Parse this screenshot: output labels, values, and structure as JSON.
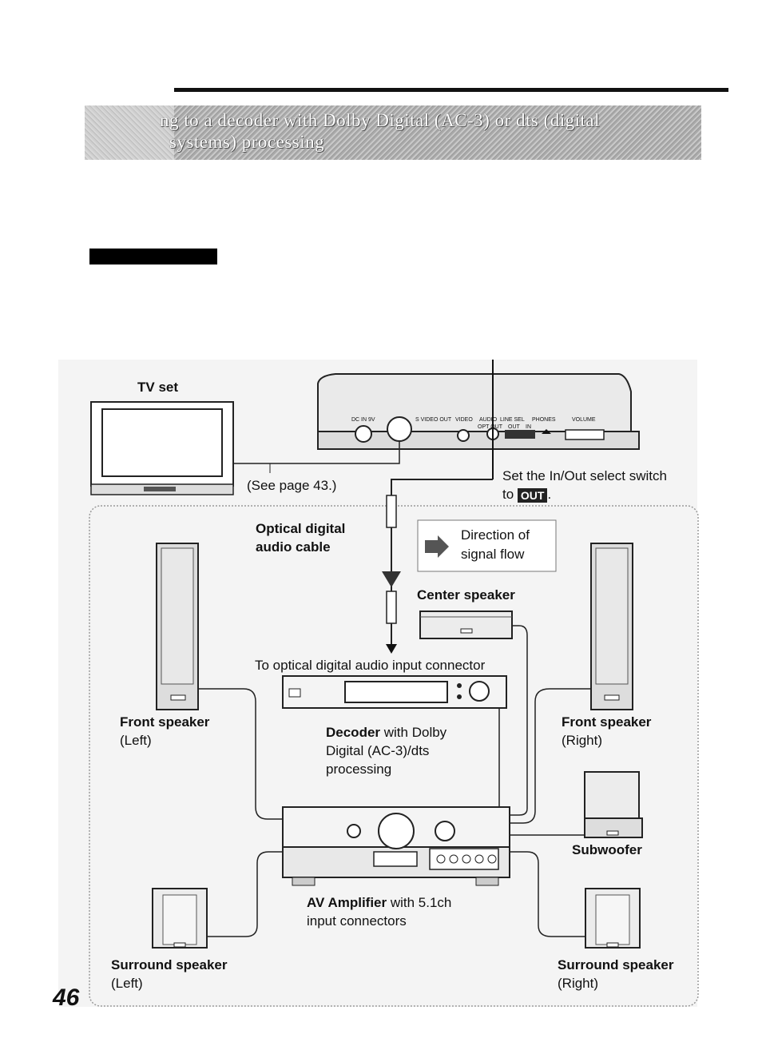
{
  "header": {
    "title_line1": "ng to a decoder with Dolby Digital (AC-3) or dts (digital",
    "title_line2": "systems) processing"
  },
  "page_number": "46",
  "diagram": {
    "tv_set": "TV set",
    "see_page": "(See page 43.)",
    "switch_note_line1": "Set the In/Out select switch",
    "switch_note_to": "to",
    "switch_note_badge": "OUT",
    "switch_note_end": ".",
    "optical_cable_line1": "Optical digital",
    "optical_cable_line2": "audio cable",
    "direction_line1": "Direction of",
    "direction_line2": "signal flow",
    "center_speaker": "Center speaker",
    "optical_input": "To optical digital audio input connector",
    "front_left_name": "Front speaker",
    "front_left_side": "(Left)",
    "front_right_name": "Front speaker",
    "front_right_side": "(Right)",
    "decoder_bold": "Decoder",
    "decoder_rest1": " with Dolby",
    "decoder_line2": "Digital (AC-3)/dts",
    "decoder_line3": "processing",
    "subwoofer": "Subwoofer",
    "amp_bold": "AV Amplifier",
    "amp_rest1": " with 5.1ch",
    "amp_line2": "input connectors",
    "surround_left_name": "Surround speaker",
    "surround_left_side": "(Left)",
    "surround_right_name": "Surround speaker",
    "surround_right_side": "(Right)",
    "player_panel": {
      "dc_in": "DC IN 9V",
      "s_video_out": "S VIDEO OUT",
      "video": "VIDEO",
      "audio": "AUDIO",
      "opt_out": "OPT OUT",
      "line_sel": "LINE SEL",
      "phones": "PHONES",
      "volume": "VOLUME",
      "switch_out": "OUT",
      "switch_in": "IN"
    }
  }
}
